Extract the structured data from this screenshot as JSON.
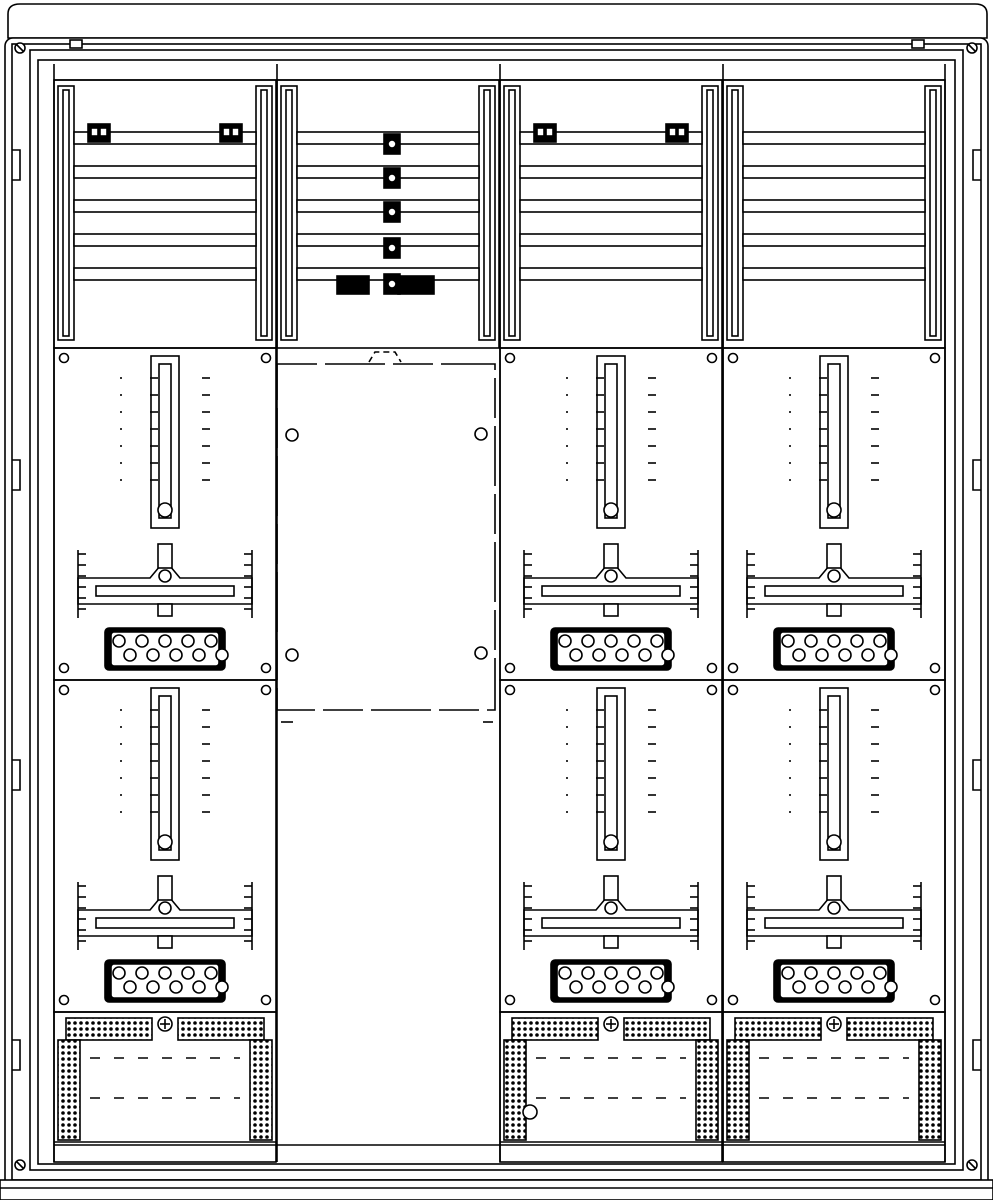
{
  "diagram": {
    "kind": "meter-cabinet-technical-drawing",
    "labels": [],
    "colors": {
      "line": "#000000",
      "fill": "#ffffff",
      "hatch": "#000000"
    },
    "columns": [
      {
        "id": "col-1",
        "top": "busbar-terminals",
        "middle": "meter-panel",
        "lower": "meter-panel",
        "bottom": "terminal-block"
      },
      {
        "id": "col-2",
        "top": "busbar-connectors",
        "middle": "blank-cover-panel",
        "lower": "empty",
        "bottom": "empty"
      },
      {
        "id": "col-3",
        "top": "busbar-terminals",
        "middle": "meter-panel",
        "lower": "meter-panel",
        "bottom": "terminal-block"
      },
      {
        "id": "col-4",
        "top": "busbar-empty",
        "middle": "meter-panel",
        "lower": "meter-panel",
        "bottom": "terminal-block"
      }
    ]
  }
}
